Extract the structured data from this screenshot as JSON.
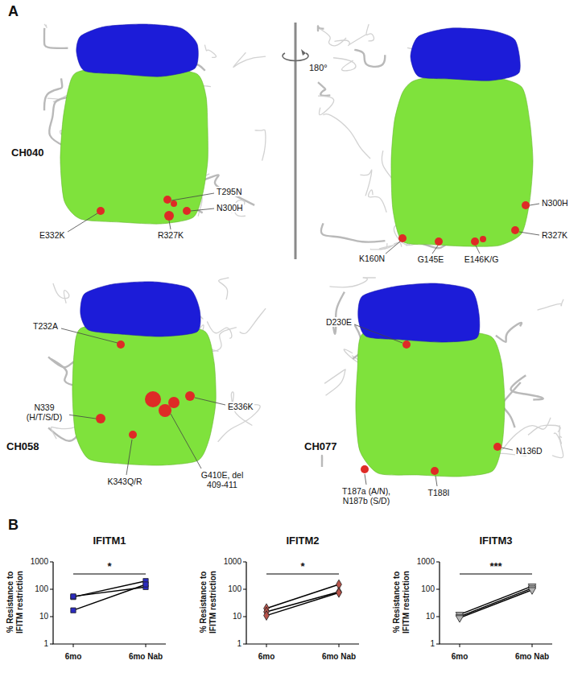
{
  "diagram": {
    "labels": [
      "A",
      "CH040",
      "E332K",
      "T295N",
      "N300H",
      "R327K",
      "180°",
      "N300H",
      "R327K",
      "K160N",
      "G145E",
      "E146K/G",
      "CH058",
      "T232A",
      "E336K",
      "N339 (H/T/S/D)",
      "G410E, del 409-411",
      "K343Q/R",
      "CH077",
      "D230E",
      "T187a (A/N), N187b (S/D)",
      "T188I",
      "N136D",
      "B",
      "IFITM1",
      "IFITM2",
      "IFITM3",
      "% Resistance to IFITM restriction",
      "1",
      "10",
      "100",
      "1000",
      "6mo",
      "6mo Nab",
      "*",
      "% Resistance to IFITM restriction",
      "1",
      "10",
      "100",
      "1000",
      "6mo",
      "6mo Nab",
      "*",
      "% Resistance to IFITM restriction",
      "1",
      "10",
      "100",
      "1000",
      "6mo",
      "6mo Nab",
      "***"
    ]
  }
}
